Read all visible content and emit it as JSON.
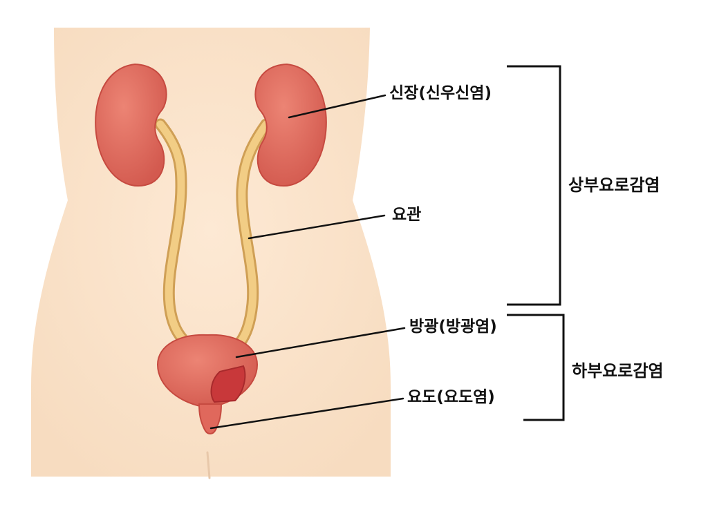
{
  "labels": {
    "kidney": "신장(신우신염)",
    "ureter": "요관",
    "bladder": "방광(방광염)",
    "urethra": "요도(요도염)"
  },
  "groups": {
    "upper": "상부요로감염",
    "lower": "하부요로감염"
  },
  "colors": {
    "skin": "#fbe3cb",
    "organ": "#e0685c",
    "organ_shadow": "#c64a40",
    "ureter": "#f2cd85",
    "ureter_outline": "#cf9f55",
    "inner_mark": "#c8383a",
    "line": "#111111"
  }
}
